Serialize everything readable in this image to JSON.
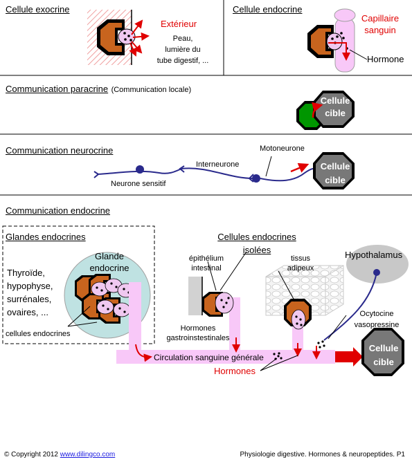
{
  "panels": {
    "exocrine": {
      "title": "Cellule exocrine",
      "exterieur": "Extérieur",
      "surface_lines": [
        "Peau,",
        "lumière du",
        "tube digestif, ..."
      ]
    },
    "endocrine_cell": {
      "title": "Cellule endocrine",
      "capillaire_lines": [
        "Capillaire",
        "sanguin"
      ],
      "hormone": "Hormone"
    },
    "paracrine": {
      "title": "Communication paracrine",
      "subtitle": "(Communication locale)",
      "target_lines": [
        "Cellule",
        "cible"
      ]
    },
    "neurocrine": {
      "title": "Communication neurocrine",
      "motoneurone": "Motoneurone",
      "interneurone": "Interneurone",
      "neurone_sensitif": "Neurone sensitif",
      "target_lines": [
        "Cellule",
        "cible"
      ]
    },
    "endocrine_comm": {
      "title": "Communication endocrine",
      "glandes_title": "Glandes endocrines",
      "glandes_list": [
        "Thyroïde,",
        "hypophyse,",
        "surrénales,",
        "ovaires, ..."
      ],
      "glande_label_lines": [
        "Glande",
        "endocrine"
      ],
      "cellules_endocrines": "cellules endocrines",
      "isolees_lines": [
        "Cellules endocrines",
        "isolées"
      ],
      "epithelium_lines": [
        "épithélium",
        "intestinal"
      ],
      "tissus_lines": [
        "tissus",
        "adipeux"
      ],
      "hypothalamus": "Hypothalamus",
      "hormones_gi_lines": [
        "Hormones",
        "gastroinstestinales"
      ],
      "ocytocine_lines": [
        "Ocytocine",
        "vasopressine"
      ],
      "circulation": "Circulation sanguine générale",
      "hormones": "Hormones",
      "target_lines": [
        "Cellule",
        "cible"
      ]
    }
  },
  "footer": {
    "copyright": "Copyright 2012",
    "link": "www.dilingco.com",
    "right": "Physiologie digestive. Hormones & neuropeptides.  P1"
  },
  "colors": {
    "cell_brown": "#c8641e",
    "cell_border": "#000000",
    "nucleus_pink": "#f0c8f0",
    "target_gray": "#787878",
    "paracrine_green": "#009600",
    "arrow_red": "#e00000",
    "capillary_pink": "#f8c8f8",
    "neuron_blue": "#2a2a8c",
    "gland_bubble": "#bfe2e2",
    "hypothalamus_gray": "#c8c8c8"
  }
}
